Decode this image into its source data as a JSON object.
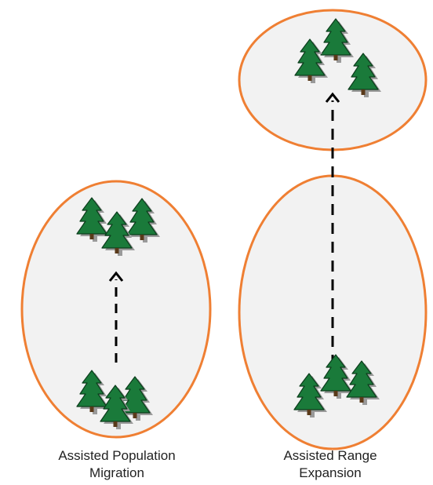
{
  "labels": {
    "left": {
      "line1": "Assisted Population",
      "line2": "Migration"
    },
    "right": {
      "line1": "Assisted Range",
      "line2": "Expansion"
    }
  },
  "colors": {
    "ellipse_stroke": "#ef7f33",
    "ellipse_fill": "#f2f2f2",
    "tree": "#1a7a3a",
    "tree_outline": "#0c3d1c",
    "tree_shadow": "#9a9a9a",
    "arrow": "#000000"
  },
  "icons": {
    "tree": "pine-tree-icon",
    "arrow": "dashed-up-arrow"
  }
}
